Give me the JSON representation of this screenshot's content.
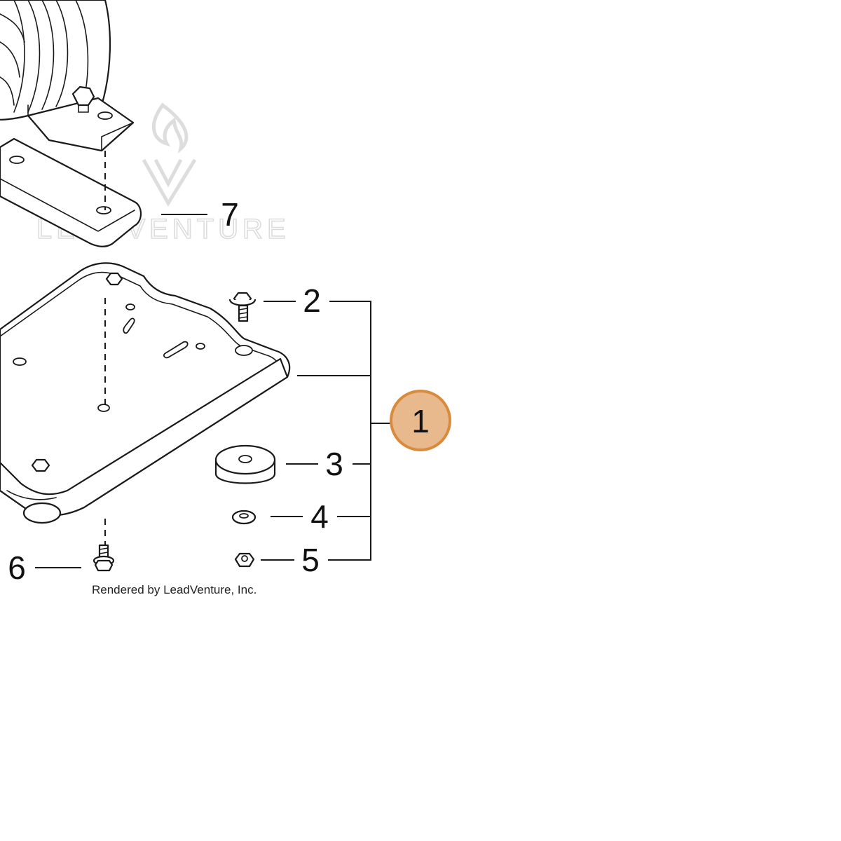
{
  "watermark": {
    "brand": "LEADVENTURE"
  },
  "callouts": {
    "c1": "1",
    "c2": "2",
    "c3": "3",
    "c4": "4",
    "c5": "5",
    "c6": "6",
    "c7": "7"
  },
  "highlight_color": "#e8b98d",
  "highlight_stroke": "#d98a3c",
  "credit": "Rendered by LeadVenture, Inc."
}
